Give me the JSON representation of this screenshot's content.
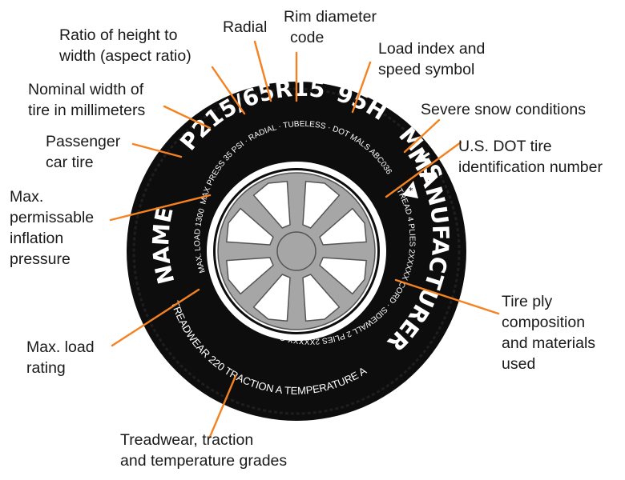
{
  "colors": {
    "tire": "#0d0d0d",
    "rim": "#a6a6a6",
    "leader": "#f58220",
    "text": "#1a1a1a",
    "sidewall_text": "#ffffff"
  },
  "sidewall": {
    "size_code": "P215/65R15",
    "service": "95H",
    "snow": "M+S",
    "brand_name": "NAME",
    "manufacturer": "MANUFACTURER",
    "pressure_line": "MAX PRESS 35 PSI · RADIAL · TUBELESS · DOT MALS ABC036",
    "load_line": "MAX. LOAD 1300 LBS",
    "ply_line": "TREAD 4 PLIES 2XXXXX CORD · SIDEWALL 2 PLIES 2XXXXX CORD",
    "grades_line": "TREADWEAR 220 TRACTION A TEMPERATURE A"
  },
  "callouts": {
    "aspect": [
      "Ratio of height to",
      "width (aspect ratio)"
    ],
    "radial": [
      "Radial"
    ],
    "rim": [
      "Rim diameter",
      "code"
    ],
    "load_index": [
      "Load index and",
      "speed symbol"
    ],
    "width": [
      "Nominal width of",
      "tire in millimeters"
    ],
    "snow": [
      "Severe snow conditions"
    ],
    "passenger": [
      "Passenger",
      "car tire"
    ],
    "dot": [
      "U.S. DOT tire",
      "identification number"
    ],
    "inflation": [
      "Max.",
      "permissable",
      "inflation",
      "pressure"
    ],
    "ply": [
      "Tire ply",
      "composition",
      "and materials",
      "used"
    ],
    "load_rating": [
      "Max. load",
      "rating"
    ],
    "grades": [
      "Treadwear, traction",
      "and temperature grades"
    ]
  }
}
